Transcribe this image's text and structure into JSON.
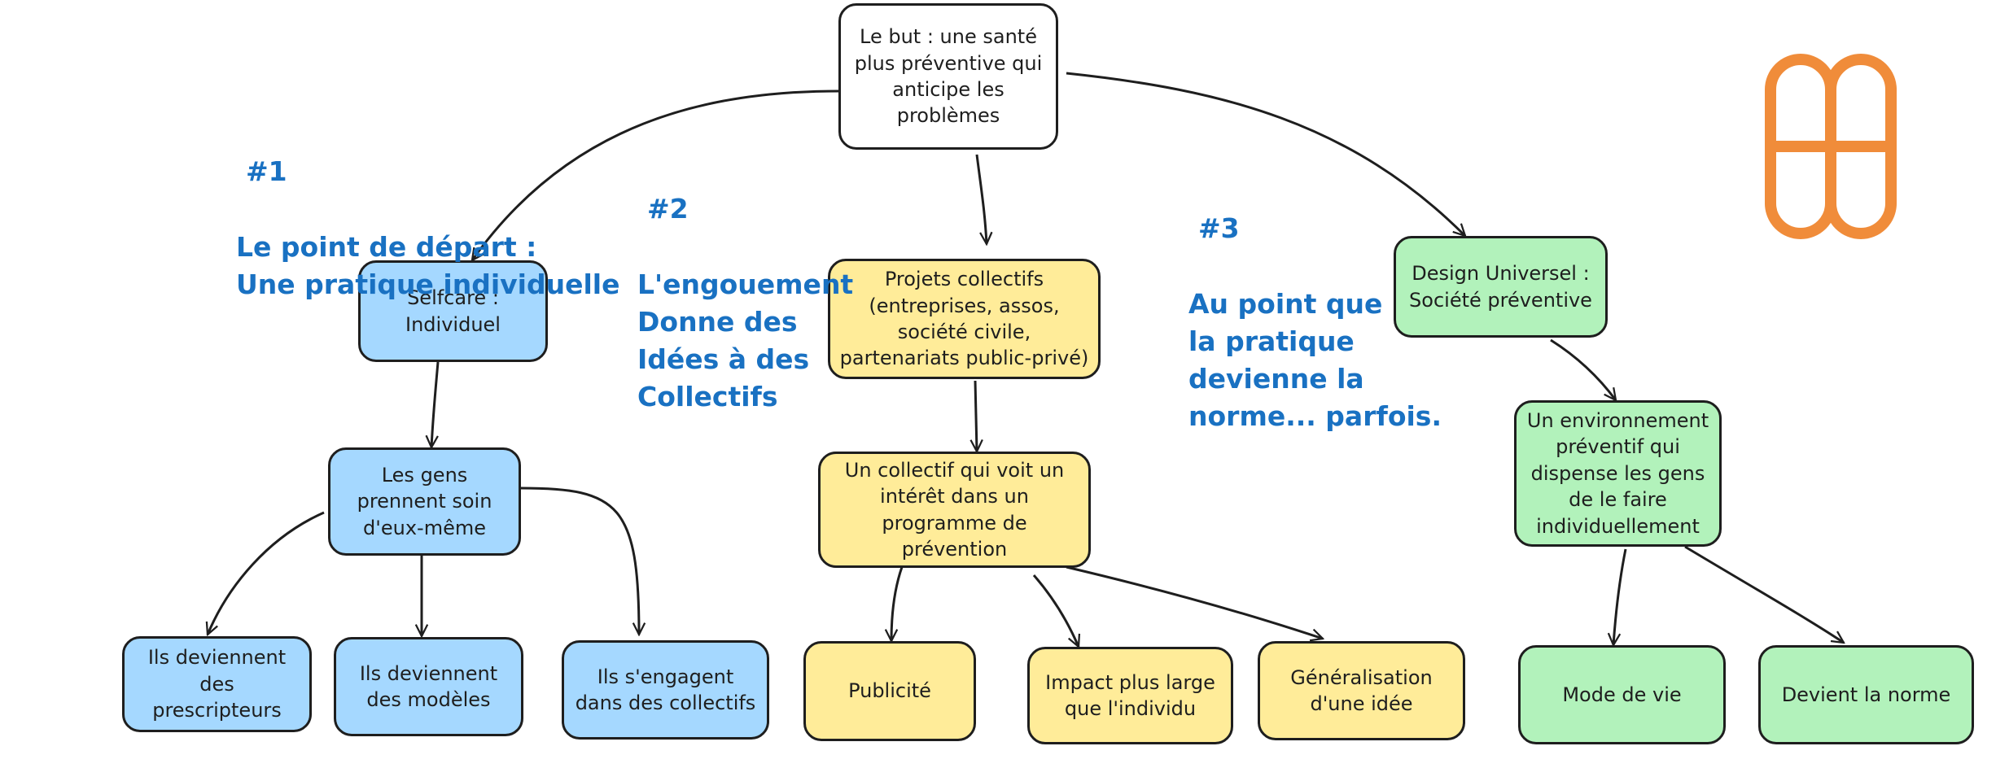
{
  "nodes": {
    "root": "Le but : une santé\nplus préventive qui\nanticipe les\nproblèmes",
    "selfcare": "Selfcare :\nIndividuel",
    "gens": "Les gens\nprennent soin\nd'eux-même",
    "prescripteurs": "Ils deviennent\ndes prescripteurs",
    "modeles": "Ils deviennent\ndes modèles",
    "engagent": "Ils s'engagent\ndans des collectifs",
    "projets": "Projets collectifs\n(entreprises, assos,\nsociété civile,\npartenariats public-privé)",
    "collectif": "Un collectif qui voit un\nintérêt dans un\nprogramme de prévention",
    "publicite": "Publicité",
    "impact": "Impact plus large\nque l'individu",
    "generalisation": "Généralisation\nd'une idée",
    "design": "Design Universel :\nSociété préventive",
    "environnement": "Un environnement\npréventif qui\ndispense les gens\nde le faire\nindividuellement",
    "mode_de_vie": "Mode de vie",
    "norme": "Devient la norme"
  },
  "annotations": {
    "a1_num": "#1",
    "a1_text": "Le point de départ :\nUne pratique individuelle",
    "a2_num": "#2",
    "a2_text": "L'engouement\nDonne des\nIdées à des\nCollectifs",
    "a3_num": "#3",
    "a3_text": "Au point que\nla pratique\ndevienne la\nnorme... parfois."
  },
  "colors": {
    "blue_fill": "#a5d8ff",
    "yellow_fill": "#ffec99",
    "green_fill": "#b2f2bb",
    "annotation_text": "#1971c2",
    "logo_orange": "#f08c3a",
    "stroke": "#1e1e1e"
  },
  "logo": {
    "icon": "orange-s-logo-icon"
  }
}
